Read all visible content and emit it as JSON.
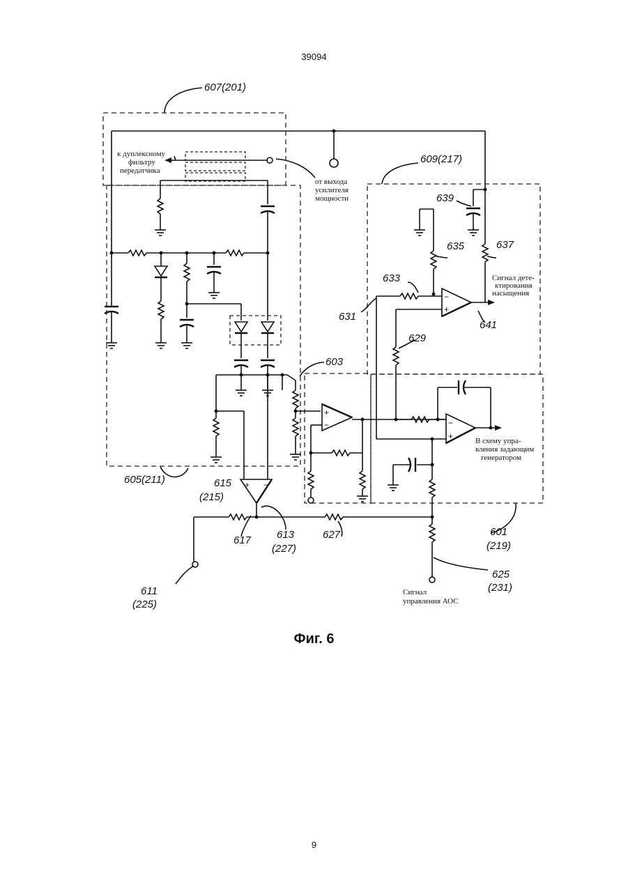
{
  "document": {
    "number": "39094",
    "page": "9",
    "figure_caption": "Фиг. 6"
  },
  "labels": {
    "l607": "607(201)",
    "l609": "609(217)",
    "l603": "603",
    "l605": "605(211)",
    "l601a": "601",
    "l601b": "(219)",
    "l615a": "615",
    "l615b": "(215)",
    "l613a": "613",
    "l613b": "(227)",
    "l611a": "611",
    "l611b": "(225)",
    "l625a": "625",
    "l625b": "(231)",
    "l617": "617",
    "l627": "627",
    "l629": "629",
    "l631": "631",
    "l633": "633",
    "l635": "635",
    "l637": "637",
    "l639": "639",
    "l641": "641"
  },
  "texts": {
    "duplex": [
      "к дуплексному",
      "фильтру",
      "передатчика"
    ],
    "from_amp": [
      "от выхода",
      "усилителя",
      "мощности"
    ],
    "saturation": [
      "Сигнал дете-",
      "ктирования",
      "насыщения"
    ],
    "oscillator": [
      "В схему упра-",
      "вления задающим",
      "генератором"
    ],
    "agc": [
      "Сигнал",
      "управления АОС"
    ]
  }
}
